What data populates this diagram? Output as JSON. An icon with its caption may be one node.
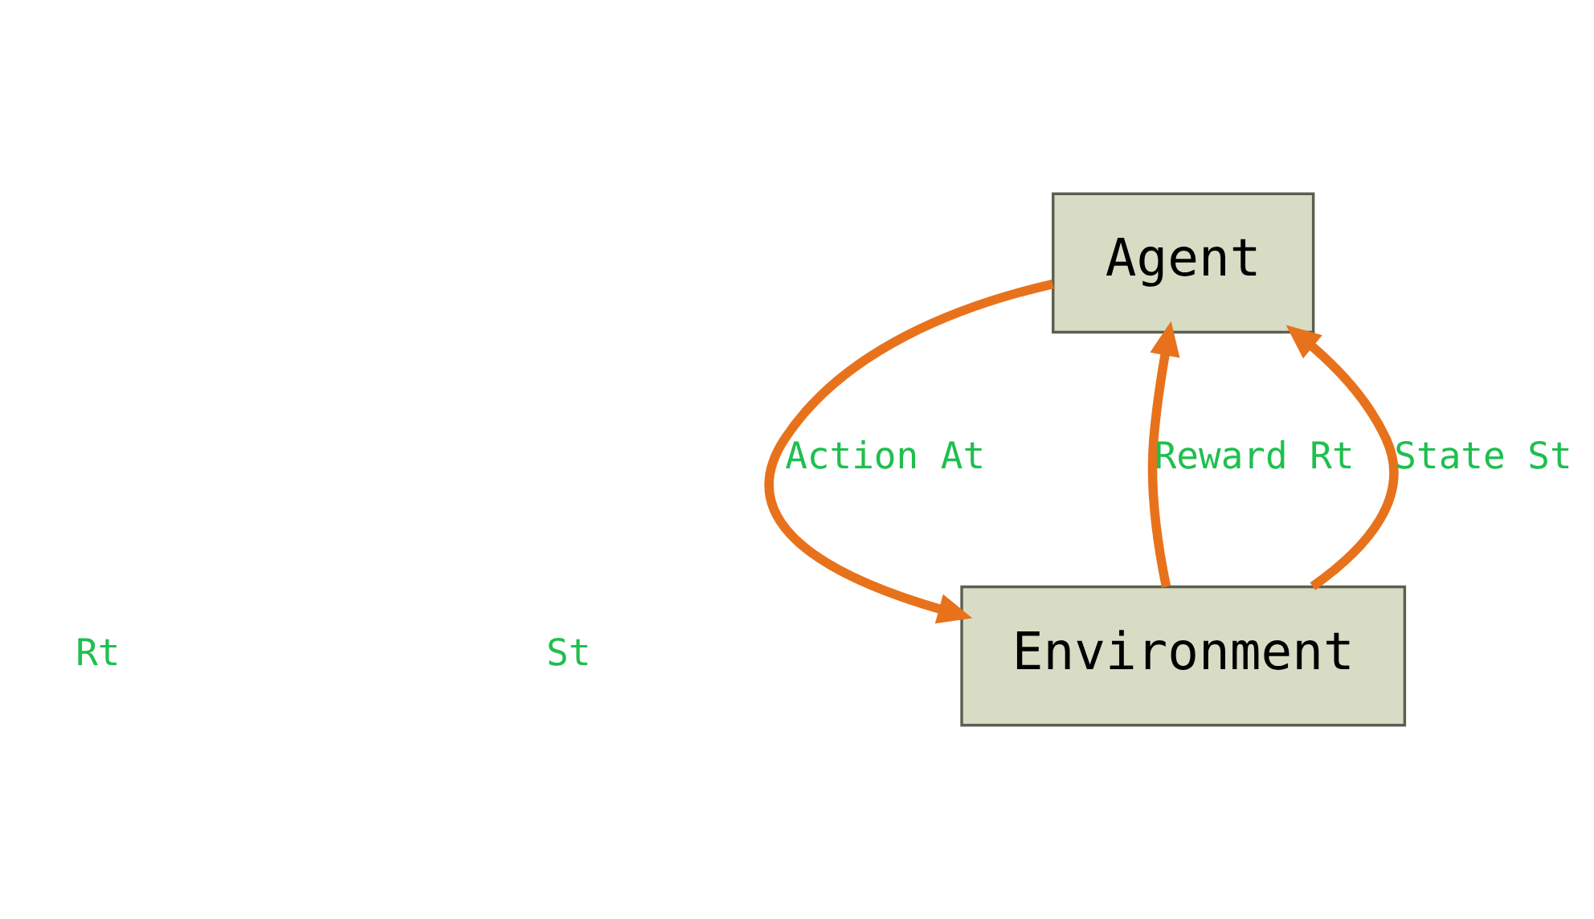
{
  "diagram": {
    "nodes": [
      {
        "text": [
          "Agent"
        ]
      },
      {
        "text": [
          "Environment"
        ]
      }
    ],
    "edges": [
      {
        "from": 0,
        "to": 1,
        "arrow": "to",
        "label": "Action At"
      },
      {
        "from": 1,
        "to": 0,
        "arrow": "to",
        "label": "Reward Rt"
      },
      {
        "from": 1,
        "to": 0,
        "arrow": "to",
        "label": "State St"
      }
    ],
    "labels": [
      "Rt",
      "St"
    ]
  }
}
